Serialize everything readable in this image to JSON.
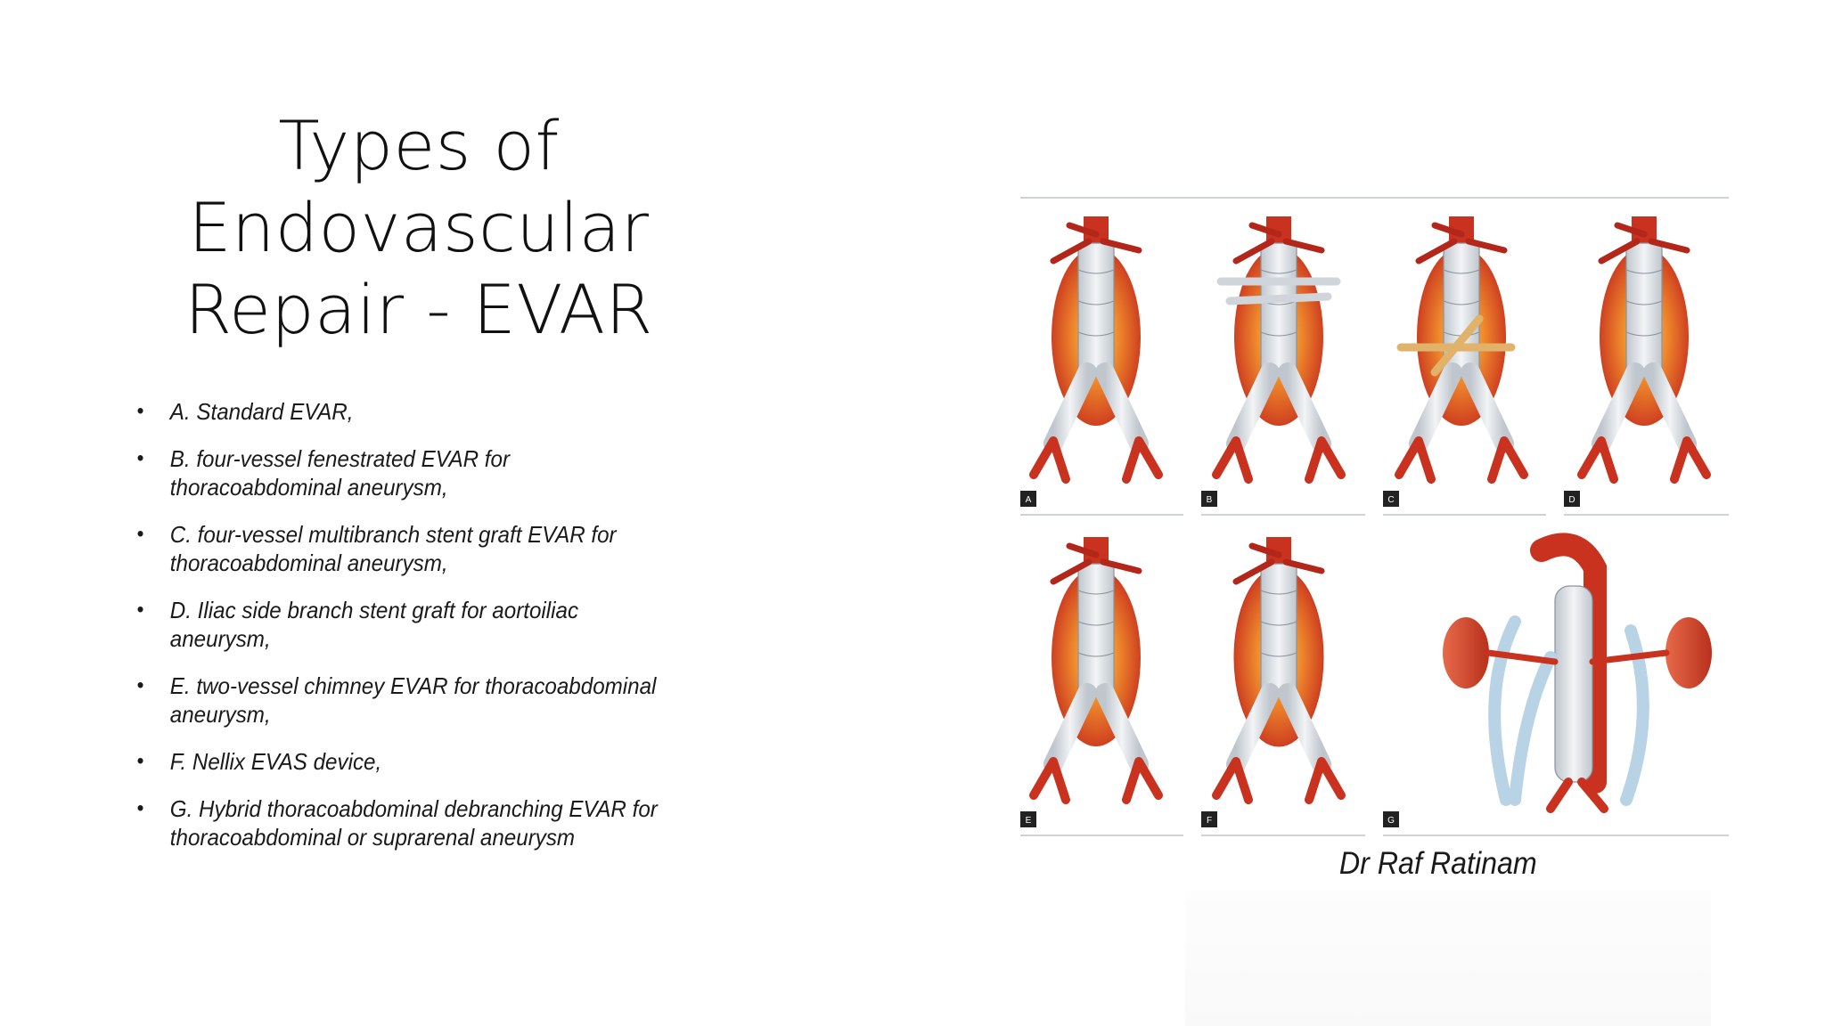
{
  "slide": {
    "title_lines": [
      "Types of",
      "Endovascular",
      "Repair - EVAR"
    ],
    "bullets": [
      {
        "line1": "A. Standard EVAR,",
        "line2": ""
      },
      {
        "line1": "B. four-vessel fenestrated EVAR for",
        "line2": "thoracoabdominal aneurysm,"
      },
      {
        "line1": "C. four-vessel multibranch stent graft EVAR for",
        "line2": "thoracoabdominal aneurysm,"
      },
      {
        "line1": "D. Iliac side branch stent graft for aortoiliac",
        "line2": "aneurysm,"
      },
      {
        "line1": "E. two-vessel chimney EVAR for thoracoabdominal",
        "line2": "aneurysm,"
      },
      {
        "line1": "F. Nellix EVAS device,",
        "line2": ""
      },
      {
        "line1": "G. Hybrid thoracoabdominal debranching EVAR for",
        "line2": "thoracoabdominal or suprarenal aneurysm"
      }
    ],
    "bullet_char": "•",
    "figure": {
      "panel_labels": [
        "A",
        "B",
        "C",
        "D",
        "E",
        "F",
        "G"
      ],
      "caption": "Dr Raf Ratinam"
    },
    "colors": {
      "aneurysm_red": "#c8321e",
      "aneurysm_orange": "#f08a2c",
      "aneurysm_yellow": "#f7d24a",
      "stent_grey": "#d9dee3",
      "kidney": "#d8452e"
    }
  }
}
